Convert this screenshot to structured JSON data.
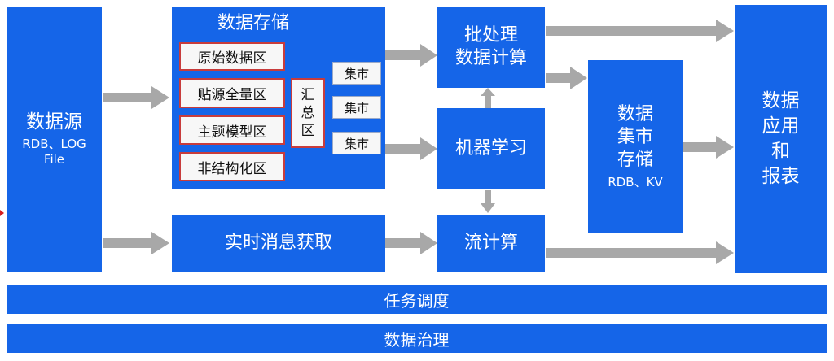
{
  "source": {
    "title": "数据源",
    "sub": "RDB、LOG",
    "sub2": "File"
  },
  "storage": {
    "title": "数据存储",
    "zones": [
      "原始数据区",
      "贴源全量区",
      "主题模型区",
      "非结构化区"
    ],
    "summary": [
      "汇",
      "总",
      "区"
    ],
    "marts": [
      "集市",
      "集市",
      "集市"
    ]
  },
  "realtime": {
    "label": "实时消息获取"
  },
  "batch": {
    "line1": "批处理",
    "line2": "数据计算"
  },
  "ml": {
    "label": "机器学习"
  },
  "stream": {
    "label": "流计算"
  },
  "mart_store": {
    "line1": "数据",
    "line2": "集市",
    "line3": "存储",
    "sub": "RDB、KV"
  },
  "app": {
    "line1": "数据",
    "line2": "应用",
    "line3": "和",
    "line4": "报表"
  },
  "scheduling": {
    "label": "任务调度"
  },
  "governance": {
    "label": "数据治理"
  },
  "colors": {
    "box": "#1565e8",
    "arrow": "#a8a8a8",
    "zone_border": "#c83c3c"
  }
}
